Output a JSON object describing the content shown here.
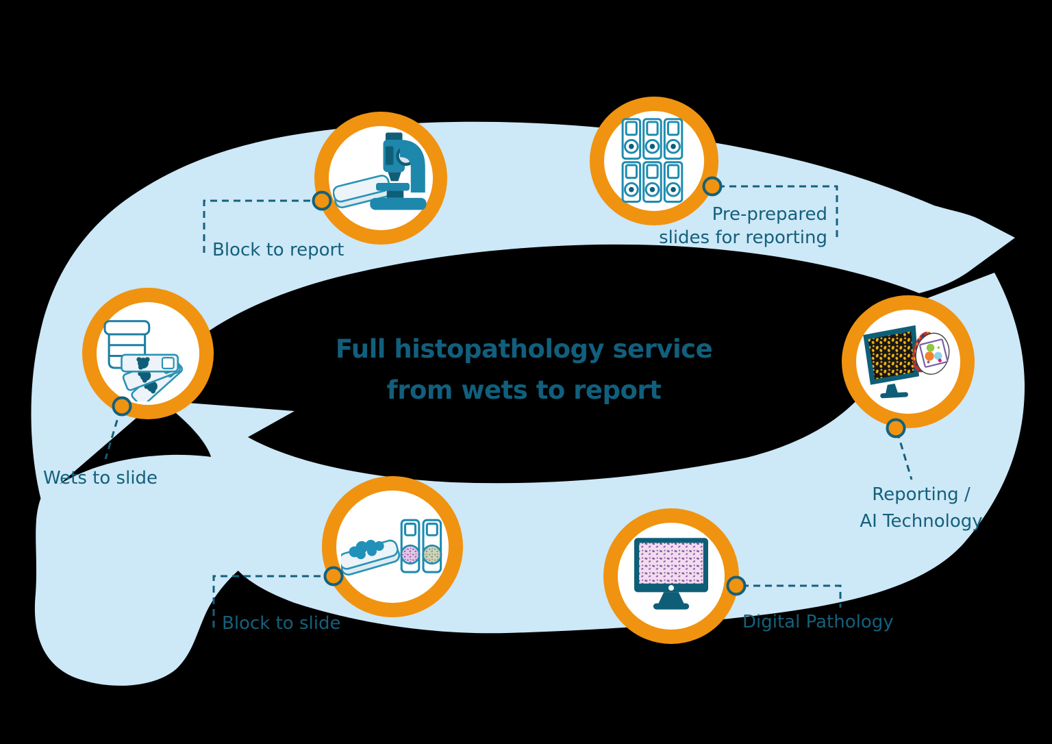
{
  "title": {
    "line1": "Full histopathology service",
    "line2": "from wets to report"
  },
  "nodes": {
    "block_to_report": {
      "label": "Block to report",
      "icon": "microscope-and-cassette-icon"
    },
    "pre_prepared": {
      "label_line1": "Pre-prepared",
      "label_line2": "slides for reporting",
      "icon": "slide-archive-rack-icon"
    },
    "wets_to_slide": {
      "label": "Wets to slide",
      "icon": "specimen-pot-and-slides-icon"
    },
    "reporting_ai": {
      "label_line1": "Reporting /",
      "label_line2": "AI Technology",
      "icon": "ai-analysis-monitor-icon"
    },
    "block_to_slide": {
      "label": "Block to slide",
      "icon": "cassette-and-stained-slides-icon"
    },
    "digital_pathology": {
      "label": "Digital Pathology",
      "icon": "digital-pathology-monitor-icon"
    }
  },
  "colors": {
    "cycle_band_blue": "#CDE8F7",
    "ring_orange": "#F09310",
    "teal_text": "#15607B",
    "icon_teal_mid": "#1E87AC",
    "icon_teal_dark": "#0F5E77",
    "stain_purple": "#9A50A8",
    "stain_yellow": "#E9B41F"
  }
}
